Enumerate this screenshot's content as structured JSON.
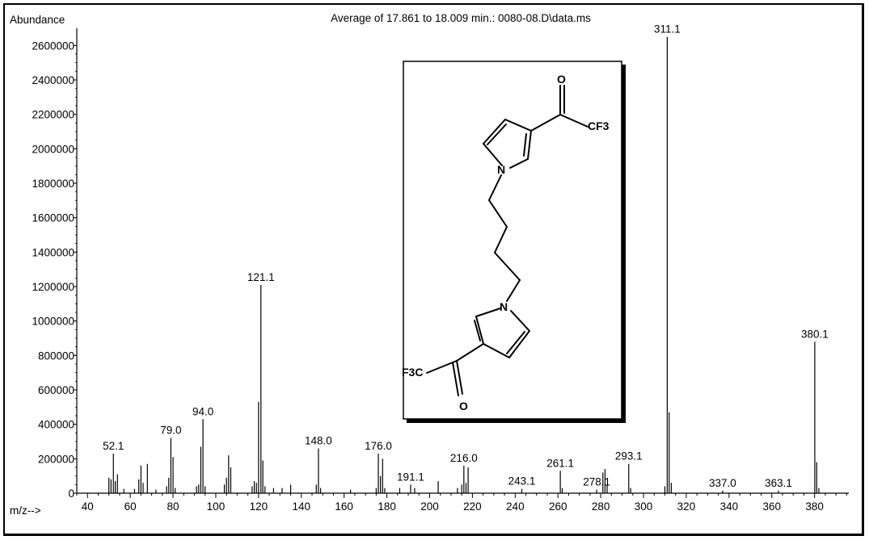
{
  "chart_data": {
    "type": "bar",
    "title": "Average of 17.861 to 18.009 min.: 0080-08.D\\data.ms",
    "ylabel": "Abundance",
    "xlabel": "m/z-->",
    "xlim": [
      35,
      396
    ],
    "ylim": [
      0,
      2700000
    ],
    "x_ticks": [
      40,
      60,
      80,
      100,
      120,
      140,
      160,
      180,
      200,
      220,
      240,
      260,
      280,
      300,
      320,
      340,
      360,
      380
    ],
    "y_ticks": [
      0,
      200000,
      400000,
      600000,
      800000,
      1000000,
      1200000,
      1400000,
      1600000,
      1800000,
      2000000,
      2200000,
      2400000,
      2600000
    ],
    "peaks": [
      {
        "mz": 50,
        "abundance": 90000
      },
      {
        "mz": 51,
        "abundance": 80000
      },
      {
        "mz": 52.1,
        "abundance": 230000,
        "label": "52.1"
      },
      {
        "mz": 53,
        "abundance": 70000
      },
      {
        "mz": 54,
        "abundance": 110000
      },
      {
        "mz": 57,
        "abundance": 25000
      },
      {
        "mz": 62,
        "abundance": 25000
      },
      {
        "mz": 64,
        "abundance": 80000
      },
      {
        "mz": 65,
        "abundance": 160000
      },
      {
        "mz": 66,
        "abundance": 60000
      },
      {
        "mz": 68,
        "abundance": 170000
      },
      {
        "mz": 72,
        "abundance": 20000
      },
      {
        "mz": 77,
        "abundance": 40000
      },
      {
        "mz": 78,
        "abundance": 90000
      },
      {
        "mz": 79.0,
        "abundance": 320000,
        "label": "79.0"
      },
      {
        "mz": 80,
        "abundance": 210000
      },
      {
        "mz": 81,
        "abundance": 30000
      },
      {
        "mz": 91,
        "abundance": 40000
      },
      {
        "mz": 92,
        "abundance": 50000
      },
      {
        "mz": 93,
        "abundance": 270000
      },
      {
        "mz": 94.0,
        "abundance": 430000,
        "label": "94.0"
      },
      {
        "mz": 95,
        "abundance": 40000
      },
      {
        "mz": 104,
        "abundance": 50000
      },
      {
        "mz": 105,
        "abundance": 90000
      },
      {
        "mz": 106,
        "abundance": 220000
      },
      {
        "mz": 107,
        "abundance": 150000
      },
      {
        "mz": 117,
        "abundance": 40000
      },
      {
        "mz": 118,
        "abundance": 70000
      },
      {
        "mz": 119,
        "abundance": 60000
      },
      {
        "mz": 120,
        "abundance": 530000
      },
      {
        "mz": 121.1,
        "abundance": 1210000,
        "label": "121.1"
      },
      {
        "mz": 122,
        "abundance": 190000
      },
      {
        "mz": 123,
        "abundance": 40000
      },
      {
        "mz": 127,
        "abundance": 30000
      },
      {
        "mz": 131,
        "abundance": 30000
      },
      {
        "mz": 135,
        "abundance": 50000
      },
      {
        "mz": 147,
        "abundance": 50000
      },
      {
        "mz": 148.0,
        "abundance": 260000,
        "label": "148.0"
      },
      {
        "mz": 149,
        "abundance": 30000
      },
      {
        "mz": 163,
        "abundance": 20000
      },
      {
        "mz": 175,
        "abundance": 30000
      },
      {
        "mz": 176.0,
        "abundance": 230000,
        "label": "176.0"
      },
      {
        "mz": 177,
        "abundance": 100000
      },
      {
        "mz": 178,
        "abundance": 200000
      },
      {
        "mz": 179,
        "abundance": 30000
      },
      {
        "mz": 186,
        "abundance": 30000
      },
      {
        "mz": 191.1,
        "abundance": 50000,
        "label": "191.1"
      },
      {
        "mz": 193,
        "abundance": 30000
      },
      {
        "mz": 204,
        "abundance": 70000
      },
      {
        "mz": 213,
        "abundance": 30000
      },
      {
        "mz": 215,
        "abundance": 50000
      },
      {
        "mz": 216.0,
        "abundance": 160000,
        "label": "216.0"
      },
      {
        "mz": 217,
        "abundance": 60000
      },
      {
        "mz": 218,
        "abundance": 150000
      },
      {
        "mz": 243.1,
        "abundance": 25000,
        "label": "243.1"
      },
      {
        "mz": 261.1,
        "abundance": 130000,
        "label": "261.1"
      },
      {
        "mz": 262,
        "abundance": 30000
      },
      {
        "mz": 278.1,
        "abundance": 20000,
        "label": "278.1"
      },
      {
        "mz": 281,
        "abundance": 120000
      },
      {
        "mz": 282,
        "abundance": 140000
      },
      {
        "mz": 283,
        "abundance": 50000
      },
      {
        "mz": 293.1,
        "abundance": 170000,
        "label": "293.1"
      },
      {
        "mz": 294,
        "abundance": 30000
      },
      {
        "mz": 310,
        "abundance": 40000
      },
      {
        "mz": 311.1,
        "abundance": 2650000,
        "label": "311.1"
      },
      {
        "mz": 312,
        "abundance": 470000
      },
      {
        "mz": 313,
        "abundance": 60000
      },
      {
        "mz": 337.0,
        "abundance": 15000,
        "label": "337.0"
      },
      {
        "mz": 363.1,
        "abundance": 15000,
        "label": "363.1"
      },
      {
        "mz": 380.1,
        "abundance": 880000,
        "label": "380.1"
      },
      {
        "mz": 381,
        "abundance": 180000
      },
      {
        "mz": 382,
        "abundance": 30000
      }
    ],
    "structure": {
      "atoms": [
        "O",
        "CF3",
        "N",
        "N",
        "F3C",
        "O"
      ]
    }
  }
}
